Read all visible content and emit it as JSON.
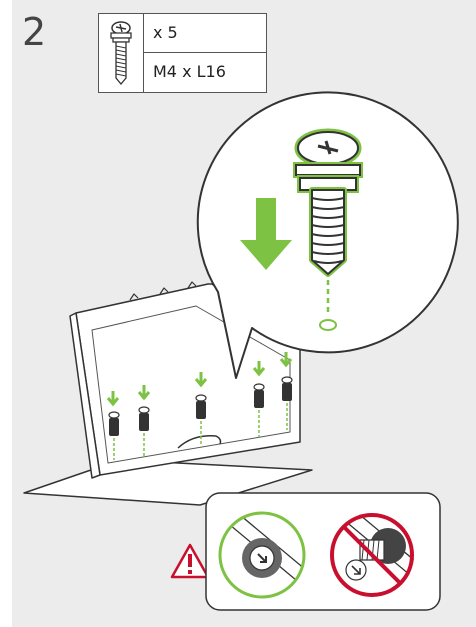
{
  "step": {
    "number": "2"
  },
  "screw_spec": {
    "quantity": "x 5",
    "size": "M4 x L16",
    "icon": "screw-icon"
  },
  "colors": {
    "accent_green": "#7dc242",
    "warning_red": "#c8102e",
    "background": "#ececec"
  },
  "warning": {
    "icon": "warning-triangle-icon"
  },
  "correct_example": {
    "icon": "correct-screw-orientation-icon"
  },
  "incorrect_example": {
    "icon": "prohibited-screw-orientation-icon"
  }
}
